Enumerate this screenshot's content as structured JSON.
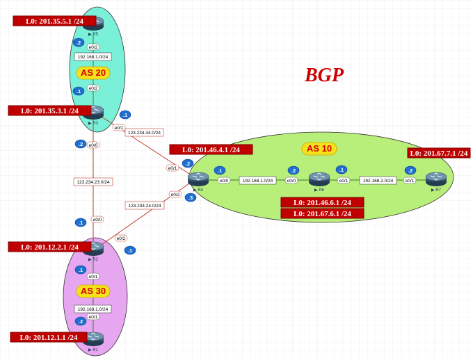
{
  "title": "BGP",
  "as_zones": [
    {
      "id": "as20",
      "label": "AS 20",
      "color": "#7af0d8"
    },
    {
      "id": "as10",
      "label": "AS 10",
      "color": "#b8ee7a"
    },
    {
      "id": "as30",
      "label": "AS 30",
      "color": "#e7a6f0"
    }
  ],
  "routers": [
    {
      "id": "R5",
      "label": "R5"
    },
    {
      "id": "R3",
      "label": "R3"
    },
    {
      "id": "R4",
      "label": "R4"
    },
    {
      "id": "R6",
      "label": "R6"
    },
    {
      "id": "R7",
      "label": "R7"
    },
    {
      "id": "R2",
      "label": "R2"
    },
    {
      "id": "R1",
      "label": "R1"
    }
  ],
  "loopbacks": [
    {
      "router": "R5",
      "text": "L0: 201.35.5.1 /24"
    },
    {
      "router": "R3",
      "text": "L0: 201.35.3.1 /24"
    },
    {
      "router": "R4",
      "text": "L0: 201.46.4.1 /24"
    },
    {
      "router": "R7",
      "text": "L0: 201.67.7.1 /24"
    },
    {
      "router": "R6a",
      "text": "L0: 201.46.6.1 /24"
    },
    {
      "router": "R6b",
      "text": "L0: 201.67.6.1 /24"
    },
    {
      "router": "R2",
      "text": "L0: 201.12.2.1 /24"
    },
    {
      "router": "R1",
      "text": "L0: 201.12.1.1 /24"
    }
  ],
  "subnets": [
    "192.168.1.0/24",
    "123.234.34.0/24",
    "123.234.23.0/24",
    "123.234.24.0/24",
    "192.168.1.0/24",
    "192.168.2.0/24",
    "192.168.1.0/24"
  ],
  "interfaces": [
    "e0/2",
    "e0/2",
    "e0/1",
    "e0/1",
    "e0/0",
    "e0/2",
    "e0/0",
    "e0/0",
    "e0/1",
    "e0/1",
    "e0/0",
    "e0/2",
    "e0/1",
    "e0/1"
  ],
  "host_ids": [
    ".2",
    ".1",
    ".1",
    ".2",
    ".2",
    ".1",
    ".3",
    ".2",
    ".1",
    ".2",
    ".1",
    ".1",
    ".1",
    ".2"
  ],
  "colors": {
    "loopback": "#c00000",
    "badge": "#1f6fd0",
    "link_red": "#c0392b",
    "link_green": "#3d7a2e",
    "grid": "#dcdcdc"
  }
}
